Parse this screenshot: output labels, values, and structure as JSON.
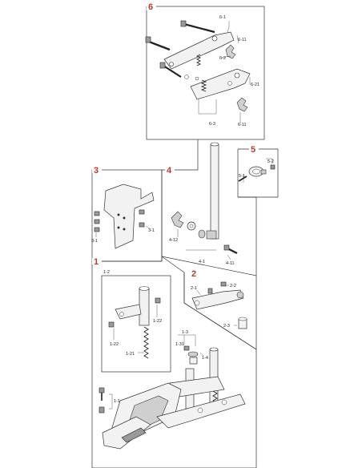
{
  "accent_color": "#c0392b",
  "sections": {
    "s1": {
      "number": "1",
      "labels": [
        "1-2",
        "1-22",
        "1-22",
        "1-21",
        "1-3",
        "1-31",
        "1-4",
        "1-1"
      ]
    },
    "s2": {
      "number": "2",
      "labels": [
        "2-1",
        "2-2",
        "2-3"
      ]
    },
    "s3": {
      "number": "3",
      "labels": [
        "3-1",
        "3-1"
      ]
    },
    "s4": {
      "number": "4",
      "labels": [
        "4-12",
        "4-1",
        "4-11"
      ]
    },
    "s5": {
      "number": "5",
      "labels": [
        "5-2",
        "5-1"
      ]
    },
    "s6": {
      "number": "6",
      "labels": [
        "6-1",
        "6-11",
        "6-2",
        "6-21",
        "6-3",
        "6-11"
      ]
    }
  }
}
